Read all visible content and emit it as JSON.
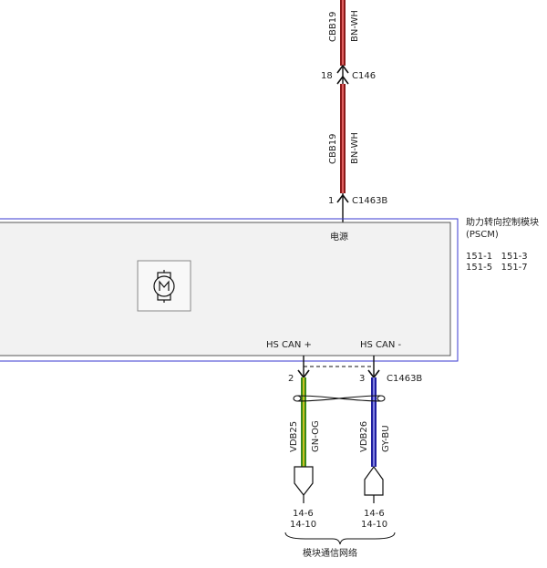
{
  "wire_top": {
    "circuit": "CBB19",
    "color_code": "BN-WH",
    "color": "#8b1a1a",
    "highlight": "#e06060"
  },
  "connector_c146": {
    "pin": "18",
    "name": "C146"
  },
  "connector_c1463b_top": {
    "pin": "1",
    "name": "C1463B"
  },
  "module": {
    "title_line1": "助力转向控制模块",
    "title_line2": "(PSCM)",
    "refs_row1": "151-1   151-3",
    "refs_row2": "151-5   151-7",
    "power_label": "电源",
    "motor_icon": "motor-icon",
    "border_color": "#3a3ad0"
  },
  "can_high": {
    "label": "HS CAN +",
    "pin": "2",
    "circuit": "VDB25",
    "color_code": "GN-OG",
    "color": "#3a8a1a",
    "highlight": "#c8c020",
    "refs": [
      "14-6",
      "14-10"
    ]
  },
  "can_low": {
    "label": "HS CAN -",
    "pin": "3",
    "circuit": "VDB26",
    "color_code": "GY-BU",
    "color": "#2020a0",
    "highlight": "#8080e0",
    "refs": [
      "14-6",
      "14-10"
    ]
  },
  "connector_c1463b_bottom": {
    "name": "C1463B"
  },
  "network_label": "模块通信网络"
}
